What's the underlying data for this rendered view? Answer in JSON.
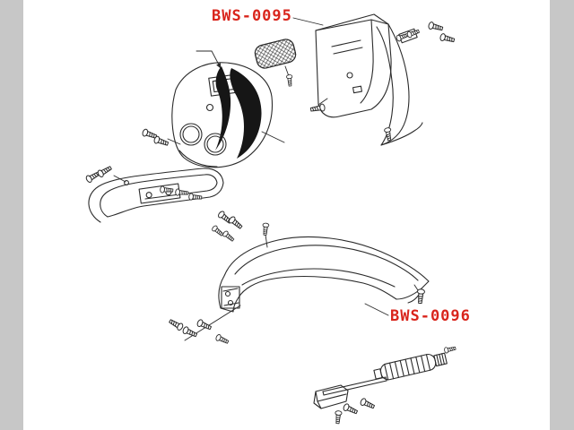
{
  "page": {
    "bg_color": "#ffffff",
    "gutter_color": "#c7c7c7",
    "line_color": "#2b2b2b",
    "label_color": "#d9251c"
  },
  "labels": {
    "upper": {
      "text": "BWS-0095"
    },
    "lower": {
      "text": "BWS-0096"
    }
  },
  "diagram": {
    "type": "exploded-parts-diagram",
    "parts": [
      "rear-inner-panel",
      "vent-grille",
      "front-cover-panel",
      "rear-carrier-rack",
      "side-cover-panel",
      "damper-tube-assembly",
      "mounting-screws"
    ]
  }
}
